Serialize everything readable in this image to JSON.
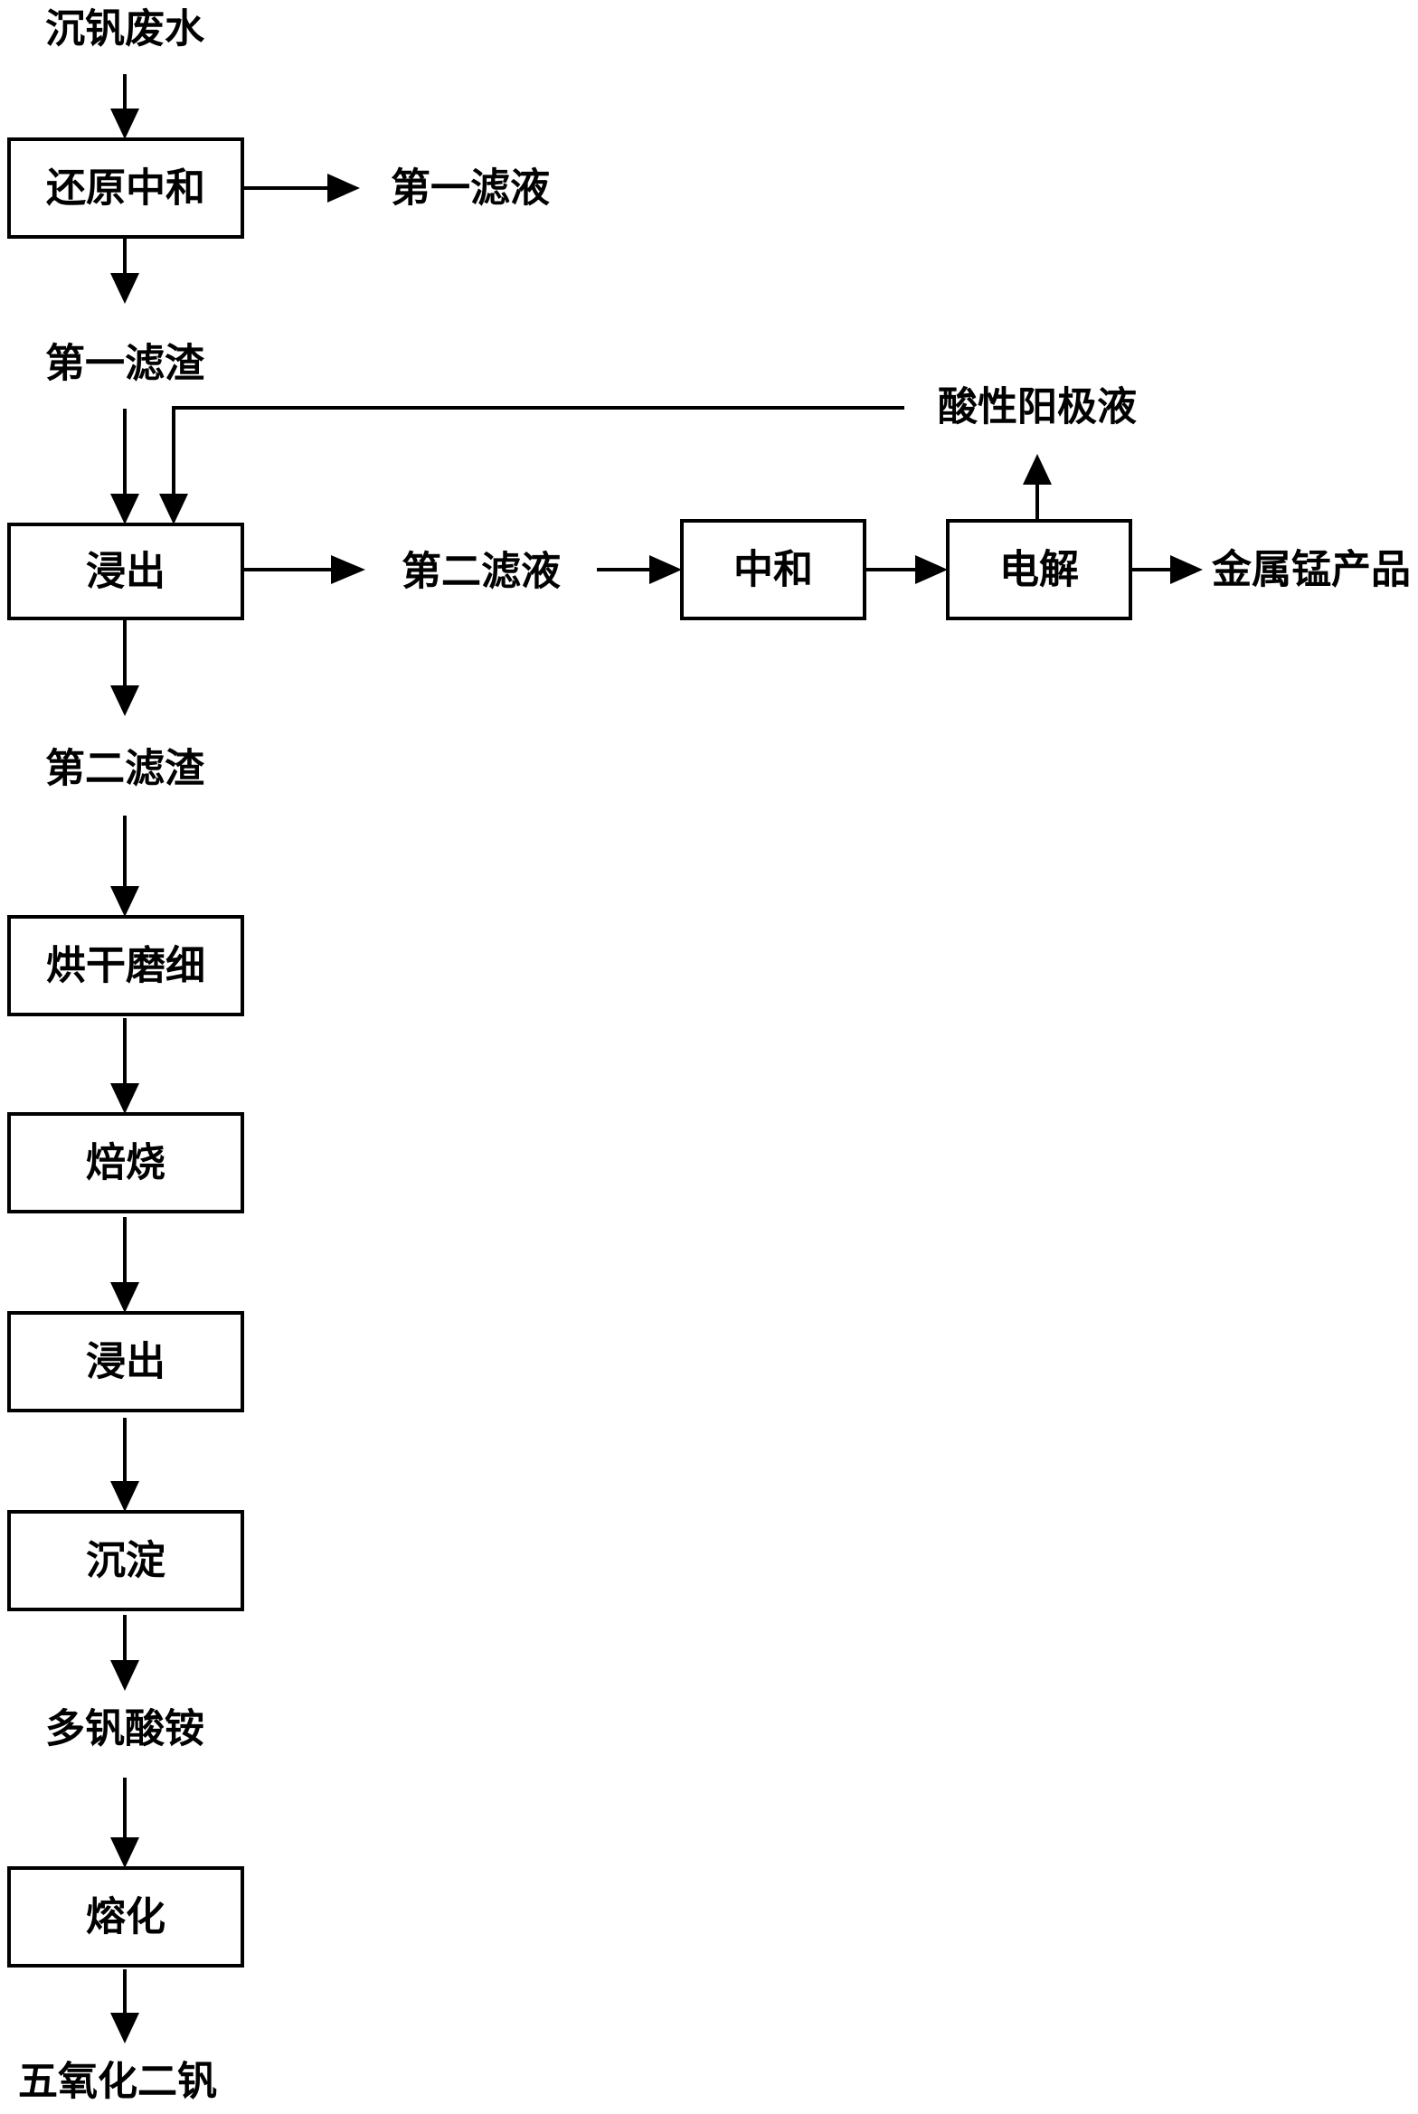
{
  "steps": {
    "reduction_neutralization": "还原中和",
    "leaching_1": "浸出",
    "neutralization": "中和",
    "electrolysis": "电解",
    "drying_grinding": "烘干磨细",
    "roasting": "焙烧",
    "leaching_2": "浸出",
    "precipitation": "沉淀",
    "melting": "熔化"
  },
  "materials": {
    "vanadium_wastewater": "沉钒废水",
    "first_filtrate": "第一滤液",
    "first_residue": "第一滤渣",
    "acidic_anolyte": "酸性阳极液",
    "second_filtrate": "第二滤液",
    "manganese_product": "金属锰产品",
    "second_residue": "第二滤渣",
    "ammonium_polyvanadate": "多钒酸铵",
    "vanadium_pentoxide": "五氧化二钒"
  }
}
